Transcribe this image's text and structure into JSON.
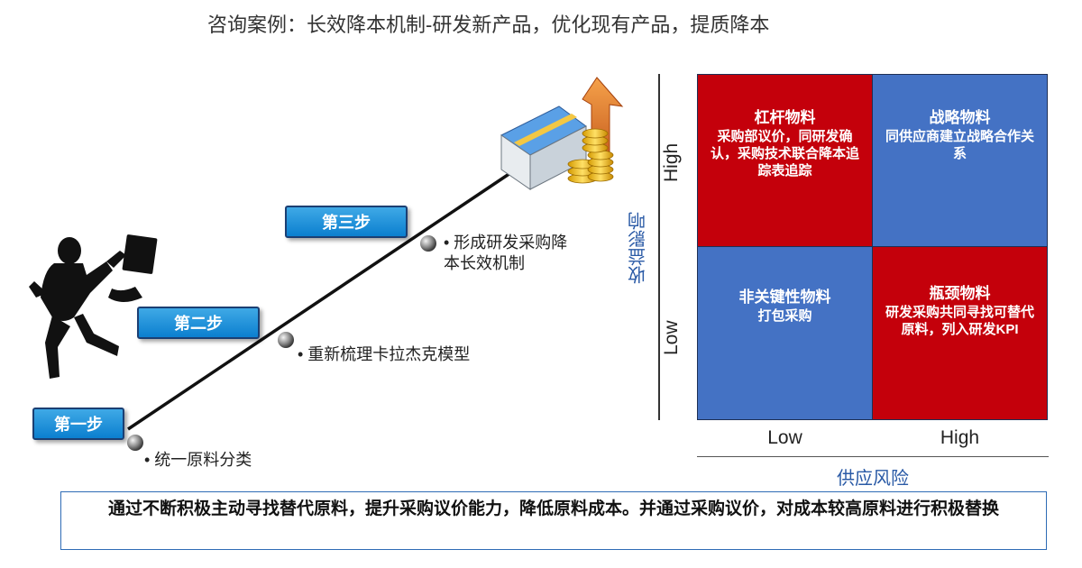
{
  "title": "咨询案例：长效降本机制-研发新产品，优化现有产品，提质降本",
  "steps": [
    {
      "label": "第一步",
      "bullet": "• 统一原料分类"
    },
    {
      "label": "第二步",
      "bullet": "• 重新梳理卡拉杰克模型"
    },
    {
      "label": "第三步",
      "bullet": "• 形成研发采购降\n本长效机制"
    }
  ],
  "matrix": {
    "y_axis_label": "收益影响",
    "x_axis_label": "供应风险",
    "y_ticks": {
      "high": "High",
      "low": "Low"
    },
    "x_ticks": {
      "low": "Low",
      "high": "High"
    },
    "quadrants": {
      "top_left": {
        "title": "杠杆物料",
        "text": "采购部议价，同研发确认，采购技术联合降本追踪表追踪",
        "color": "#c4000b"
      },
      "top_right": {
        "title": "战略物料",
        "text": "同供应商建立战略合作关系",
        "color": "#4472c4"
      },
      "bottom_left": {
        "title": "非关键性物料",
        "text": "打包采购",
        "color": "#4472c4"
      },
      "bottom_right": {
        "title": "瓶颈物料",
        "text": "研发采购共同寻找可替代原料，列入研发KPI",
        "color": "#c4000b"
      }
    }
  },
  "conclusion": "通过不断积极主动寻找替代原料，提升采购议价能力，降低原料成本。并通过采购议价，对成本较高原料进行积极替换"
}
